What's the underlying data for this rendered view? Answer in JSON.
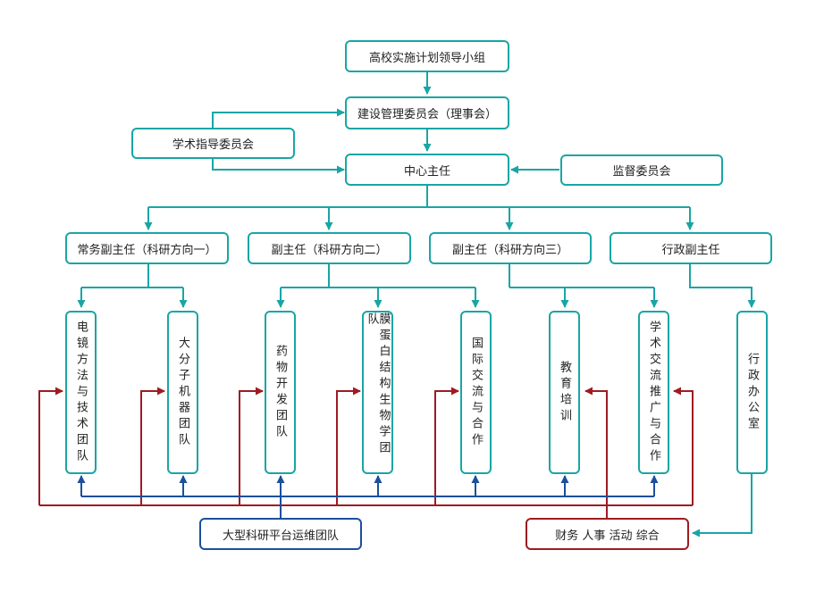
{
  "top": {
    "leadership": "高校实施计划领导小组",
    "board": "建设管理委员会（理事会）",
    "academic": "学术指导委员会",
    "director": "中心主任",
    "supervision": "监督委员会"
  },
  "deputies": [
    "常务副主任（科研方向一）",
    "副主任（科研方向二）",
    "副主任（科研方向三）",
    "行政副主任"
  ],
  "teams": [
    "电镜方法与技术团队",
    "大分子机器团队",
    "药物开发团队",
    "膜蛋白结构生物学团队",
    "国际交流与合作",
    "教育培训",
    "学术交流推广与合作",
    "行政办公室"
  ],
  "bottom": {
    "platform": "大型科研平台运维团队",
    "admin": "财务 人事 活动 综合"
  },
  "colors": {
    "teal": "#1aa5a5",
    "blue": "#1c4f9c",
    "red": "#9e1b22"
  }
}
